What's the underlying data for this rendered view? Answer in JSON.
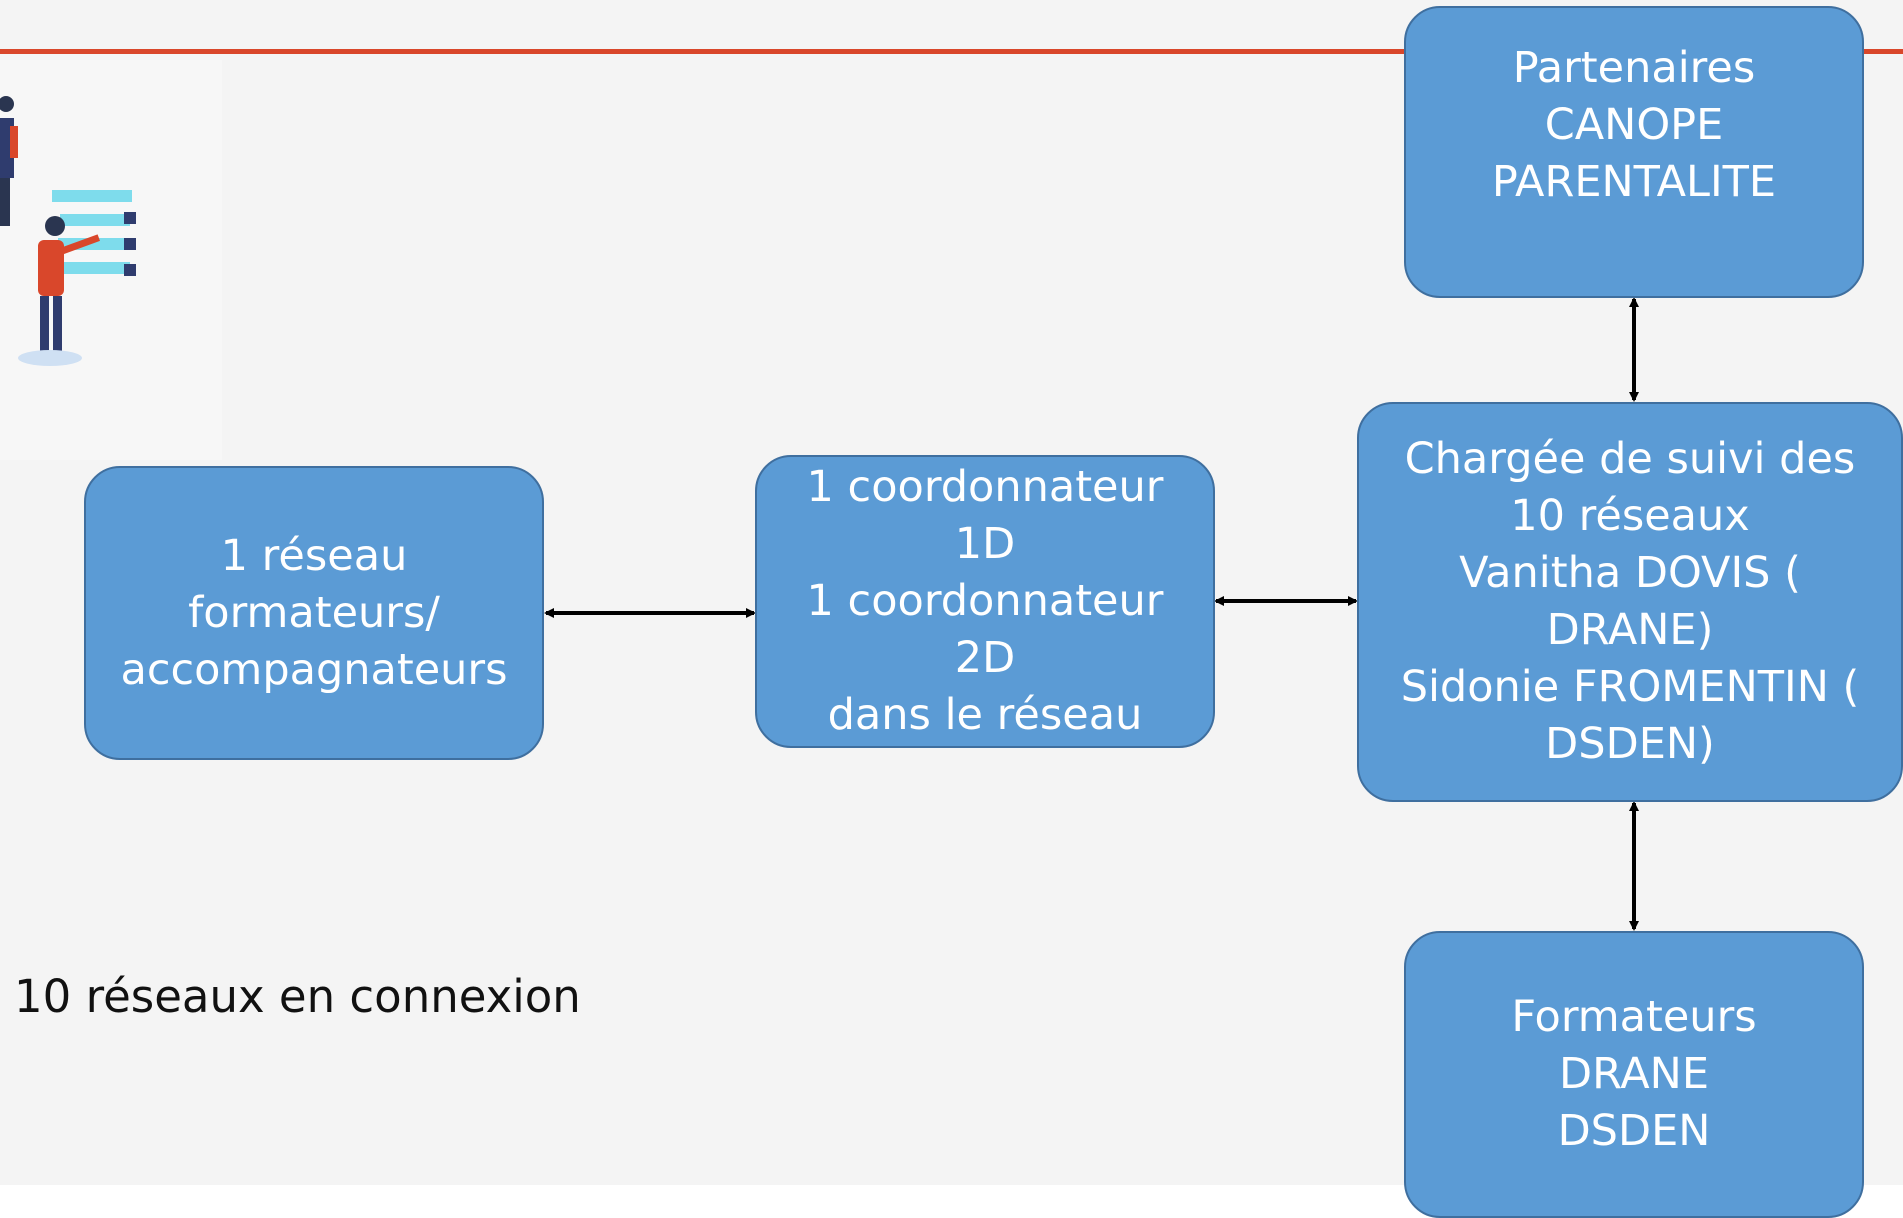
{
  "boxes": {
    "reseau": {
      "lines": [
        "1 réseau",
        "formateurs/",
        "accompagnateurs"
      ]
    },
    "coordonnateur": {
      "lines": [
        "1 coordonnateur",
        "1D",
        "1 coordonnateur",
        "2D",
        "dans le réseau"
      ]
    },
    "chargee": {
      "lines": [
        "Chargée de suivi des",
        "10 réseaux",
        "Vanitha DOVIS (",
        "DRANE)",
        "Sidonie FROMENTIN (",
        "DSDEN)"
      ]
    },
    "partenaires": {
      "lines": [
        "Partenaires",
        "CANOPE",
        "PARENTALITE"
      ]
    },
    "formateurs": {
      "lines": [
        "Formateurs",
        "DRANE",
        "DSDEN"
      ]
    }
  },
  "caption": "10 réseaux en connexion",
  "colors": {
    "box_fill": "#5b9bd5",
    "box_border": "#3f6f9f",
    "accent_rule": "#d9472b"
  }
}
